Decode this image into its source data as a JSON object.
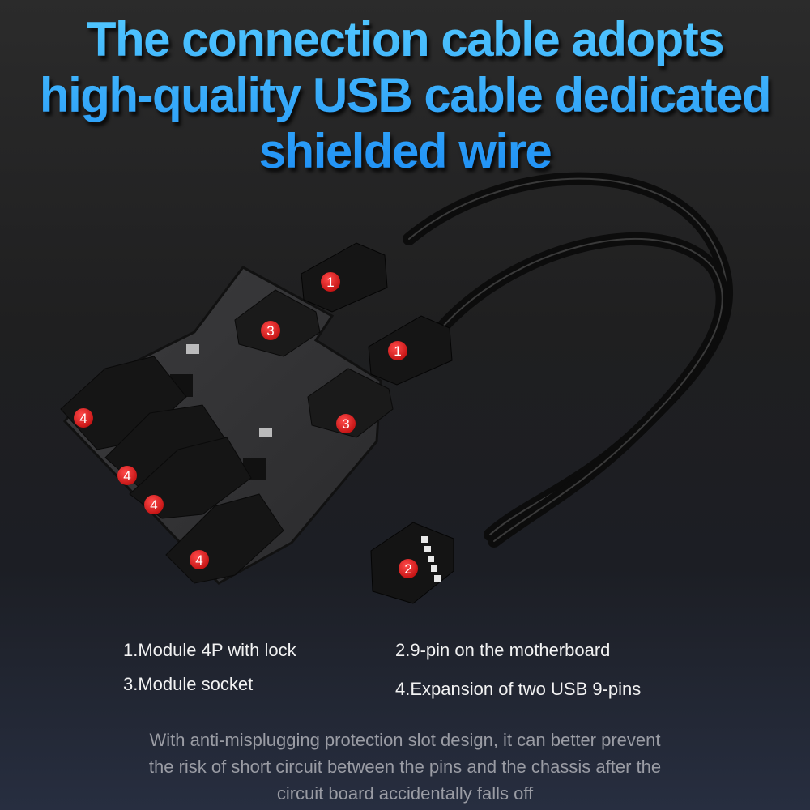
{
  "headline": {
    "lines": [
      "The connection cable adopts",
      "high-quality USB cable dedicated",
      "shielded wire"
    ],
    "color": "#2aa9ff"
  },
  "product_image": {
    "callouts": [
      {
        "number": "1",
        "part": "module-4p-connector-top"
      },
      {
        "number": "1",
        "part": "module-4p-connector-bottom"
      },
      {
        "number": "2",
        "part": "motherboard-9pin-header"
      },
      {
        "number": "3",
        "part": "module-socket-top"
      },
      {
        "number": "3",
        "part": "module-socket-bottom"
      },
      {
        "number": "4",
        "part": "usb-9pin-expansion-1"
      },
      {
        "number": "4",
        "part": "usb-9pin-expansion-2"
      },
      {
        "number": "4",
        "part": "usb-9pin-expansion-3"
      },
      {
        "number": "4",
        "part": "usb-9pin-expansion-4"
      }
    ],
    "badge_color": "#d91a1a"
  },
  "legend": {
    "item1": "1.Module 4P with lock",
    "item2": "2.9-pin on the motherboard",
    "item3": "3.Module socket",
    "item4": "4.Expansion of two USB 9-pins"
  },
  "description": {
    "lines": [
      "With anti-misplugging protection slot design, it can better prevent",
      "the risk of short circuit between the pins and the chassis after the",
      "circuit board accidentally falls off"
    ]
  }
}
